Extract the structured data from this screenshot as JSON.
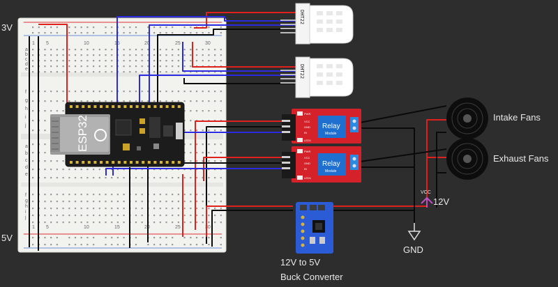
{
  "rails": {
    "top_label": "3V",
    "bottom_label": "5V"
  },
  "breadboard": {
    "column_numbers": [
      "1",
      "5",
      "10",
      "15",
      "20",
      "25",
      "30"
    ],
    "row_letters_top": [
      "a",
      "b",
      "c",
      "d",
      "e"
    ],
    "row_letters_bottom": [
      "f",
      "g",
      "h",
      "i",
      "j"
    ]
  },
  "sensors": [
    {
      "label": "DHT22"
    },
    {
      "label": "DHT22"
    }
  ],
  "mcu": {
    "label": "ESP32"
  },
  "relays": [
    {
      "title": "Relay",
      "subtitle": "Module",
      "pins": [
        "PWR",
        "VCC",
        "GND",
        "IN",
        "LED1"
      ]
    },
    {
      "title": "Relay",
      "subtitle": "Module",
      "pins": [
        "PWR",
        "VCC",
        "GND",
        "IN",
        "LED1"
      ]
    }
  ],
  "fans": [
    {
      "label": "Intake Fans"
    },
    {
      "label": "Exhaust Fans"
    }
  ],
  "power": {
    "vcc_label": "VCC",
    "voltage_label": "12V",
    "gnd_label": "GND"
  },
  "converter": {
    "line1": "12V to 5V",
    "line2": "Buck Converter"
  },
  "colors": {
    "background": "#2d2d2d",
    "wire_red": "#e0201c",
    "wire_blue": "#2a2ae0",
    "wire_black": "#0a0a0a",
    "relay_board": "#d4212a",
    "relay_block": "#1f6fd1",
    "converter_board": "#2c5bd6",
    "breadboard": "#f2f2ef"
  }
}
